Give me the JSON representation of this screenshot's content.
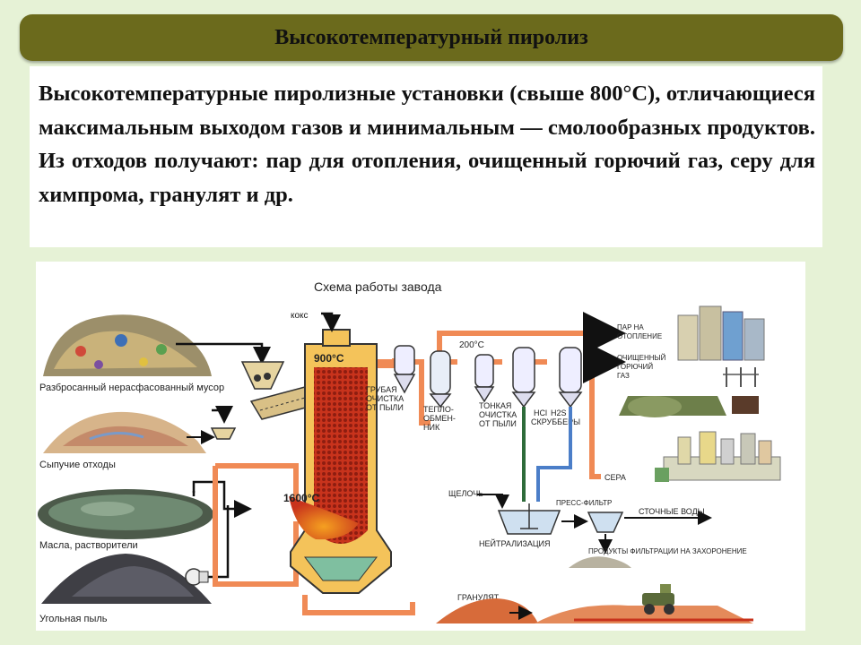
{
  "header": {
    "title": "Высокотемпературный пиролиз"
  },
  "description": {
    "text": "Высокотемпературные пиролизные установки (свыше 800°С), отличающиеся максимальным выходом газов и минимальным — смолообразных продуктов. Из отходов получают: пар для отопления, очищенный горючий газ, серу для химпрома,  гранулят и др."
  },
  "diagram": {
    "title": "Схема работы завода",
    "inputs": {
      "mixed_waste": "Разбросанный нерасфасованный мусор",
      "bulk_waste": "Сыпучие отходы",
      "oils": "Масла, растворители",
      "coal_dust": "Угольная пыль"
    },
    "labels": {
      "coke": "кокс",
      "temp_top": "900°С",
      "temp_bottom": "1600°С",
      "coarse_cleaning": [
        "ГРУБАЯ",
        "ОЧИСТКА",
        "ОТ ПЫЛИ"
      ],
      "heat_exchanger": [
        "ТЕПЛО-",
        "ОБМЕН-",
        "НИК"
      ],
      "temp_exchanger": "200°С",
      "fine_cleaning": [
        "ТОНКАЯ",
        "ОЧИСТКА",
        "ОТ ПЫЛИ"
      ],
      "scrubbers": [
        "HCl",
        "H2S",
        "СКРУББЕРЫ"
      ],
      "steam": [
        "ПАР НА",
        "ОТОПЛЕНИЕ"
      ],
      "clean_gas": [
        "ОЧИЩЕННЫЙ",
        "ГОРЮЧИЙ",
        "ГАЗ"
      ],
      "sulfur": "СЕРА",
      "alkali": "ЩЕЛОЧЬ",
      "neutralization": "НЕЙТРАЛИЗАЦИЯ",
      "filter_press": "ПРЕСС-ФИЛЬТР",
      "waste_water": "СТОЧНЫЕ ВОДЫ",
      "filtration_products": "ПРОДУКТЫ ФИЛЬТРАЦИИ НА ЗАХОРОНЕНИЕ",
      "granulate": "ГРАНУЛЯТ"
    }
  },
  "colors": {
    "background": "#e6f2d6",
    "title_bar": "#6b6a1c",
    "pipe": "#f08a55",
    "reactor": "#f4c35a",
    "hot_core": "#c8331c"
  }
}
